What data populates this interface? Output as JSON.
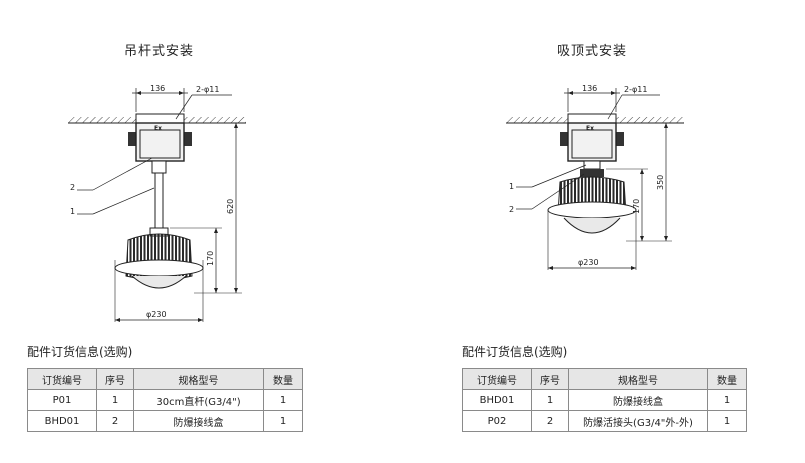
{
  "left": {
    "title": "吊杆式安装",
    "dims": {
      "top_width": "136",
      "holes": "2-φ11",
      "height": "620",
      "lamp_height": "170",
      "diameter": "φ230"
    },
    "callouts": [
      "2",
      "1"
    ]
  },
  "right": {
    "title": "吸顶式安装",
    "dims": {
      "top_width": "136",
      "holes": "2-φ11",
      "height": "350",
      "lamp_height": "170",
      "diameter": "φ230"
    },
    "callouts": [
      "1",
      "2"
    ]
  },
  "tables": [
    {
      "caption": "配件订货信息(选购)",
      "headers": [
        "订货编号",
        "序号",
        "规格型号",
        "数量"
      ],
      "rows": [
        [
          "P01",
          "1",
          "30cm直杆(G3/4\")",
          "1"
        ],
        [
          "BHD01",
          "2",
          "防爆接线盒",
          "1"
        ]
      ]
    },
    {
      "caption": "配件订货信息(选购)",
      "headers": [
        "订货编号",
        "序号",
        "规格型号",
        "数量"
      ],
      "rows": [
        [
          "BHD01",
          "1",
          "防爆接线盒",
          "1"
        ],
        [
          "P02",
          "2",
          "防爆活接头(G3/4\"外-外)",
          "1"
        ]
      ]
    }
  ],
  "box_mark": "Ex"
}
